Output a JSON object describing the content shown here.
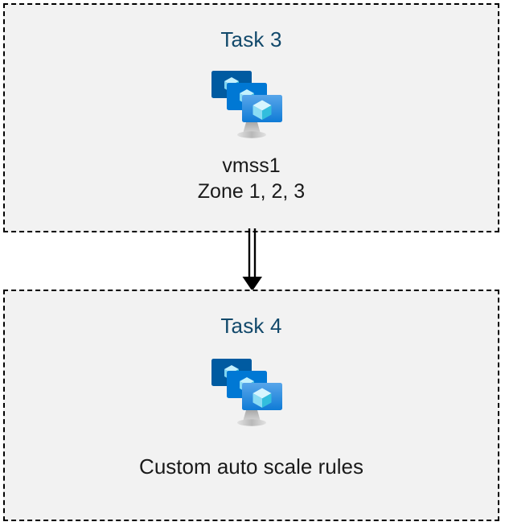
{
  "diagram": {
    "background_color": "#ffffff",
    "box_fill_color": "#f2f2f2",
    "box_border_color": "#000000",
    "title_color": "#12496b",
    "caption_color": "#1a1a1a",
    "connector_color": "#000000",
    "icon_colors": {
      "monitor_back": "#005ba1",
      "monitor_middle": "#0078d4",
      "monitor_front_top": "#50a0e8",
      "monitor_front_bottom": "#0f7bd6",
      "cube_light": "#c3f1fd",
      "cube_mid": "#9bdff7",
      "cube_dark": "#32bedd",
      "stand": "#b3b3b3"
    }
  },
  "boxes": [
    {
      "id": "task-3",
      "title": "Task 3",
      "icon": "vmss-stacked-monitors-icon",
      "caption": "vmss1\nZone 1, 2, 3",
      "caption_lines": [
        "vmss1",
        "Zone 1, 2, 3"
      ]
    },
    {
      "id": "task-4",
      "title": "Task 4",
      "icon": "vmss-stacked-monitors-icon",
      "caption": "Custom auto scale rules",
      "caption_lines": [
        "Custom auto scale rules"
      ]
    }
  ],
  "connector": {
    "from": "task-3",
    "to": "task-4",
    "style": "double-line-with-solid-arrowhead",
    "direction": "down"
  }
}
